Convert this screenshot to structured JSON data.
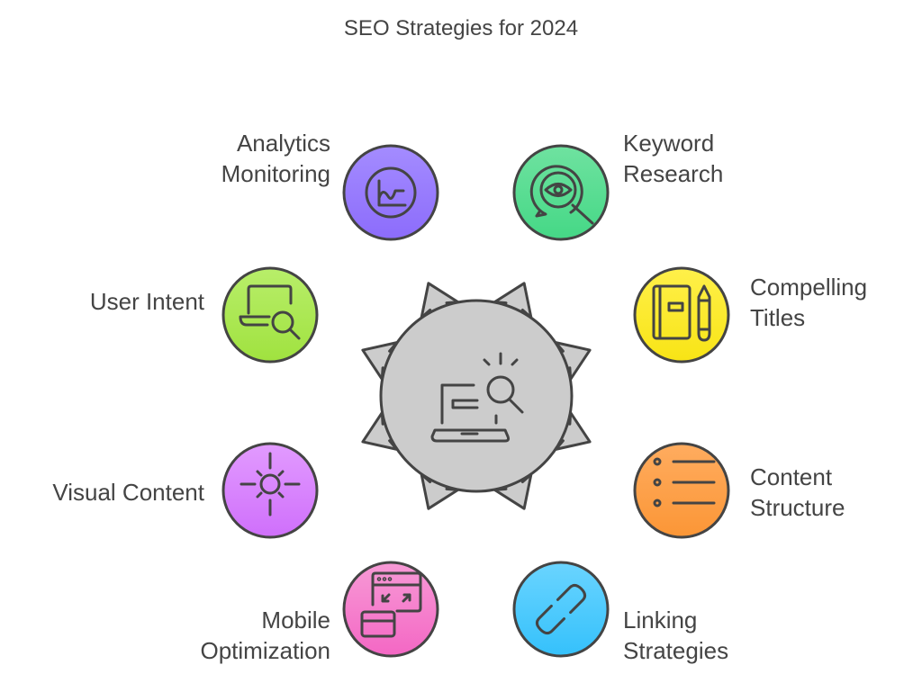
{
  "title": "SEO Strategies for 2024",
  "center": {
    "icon": "laptop-search-icon",
    "fill": "#cccccc",
    "stroke": "#444444"
  },
  "items": [
    {
      "label_line1": "Analytics",
      "label_line2": "Monitoring",
      "icon": "line-chart-icon",
      "color_top": "#a48cff",
      "color_bottom": "#8c6cfb"
    },
    {
      "label_line1": "Keyword",
      "label_line2": "Research",
      "icon": "eye-magnifier-icon",
      "color_top": "#6fe2a0",
      "color_bottom": "#45d886"
    },
    {
      "label_line1": "Compelling",
      "label_line2": "Titles",
      "icon": "notebook-pencil-icon",
      "color_top": "#fff04a",
      "color_bottom": "#f8e415"
    },
    {
      "label_line1": "Content",
      "label_line2": "Structure",
      "icon": "bullet-list-icon",
      "color_top": "#ffac5f",
      "color_bottom": "#fb9636"
    },
    {
      "label_line1": "Linking",
      "label_line2": "Strategies",
      "icon": "link-icon",
      "color_top": "#6ad4ff",
      "color_bottom": "#35c1fb"
    },
    {
      "label_line1": "Mobile",
      "label_line2": "Optimization",
      "icon": "responsive-window-icon",
      "color_top": "#f79ad6",
      "color_bottom": "#f467c4"
    },
    {
      "label_line1": "Visual Content",
      "label_line2": "",
      "icon": "sun-icon",
      "color_top": "#e29bff",
      "color_bottom": "#cf6ffb"
    },
    {
      "label_line1": "User Intent",
      "label_line2": "",
      "icon": "laptop-magnifier-icon",
      "color_top": "#b8ee6a",
      "color_bottom": "#a0e23f"
    }
  ]
}
